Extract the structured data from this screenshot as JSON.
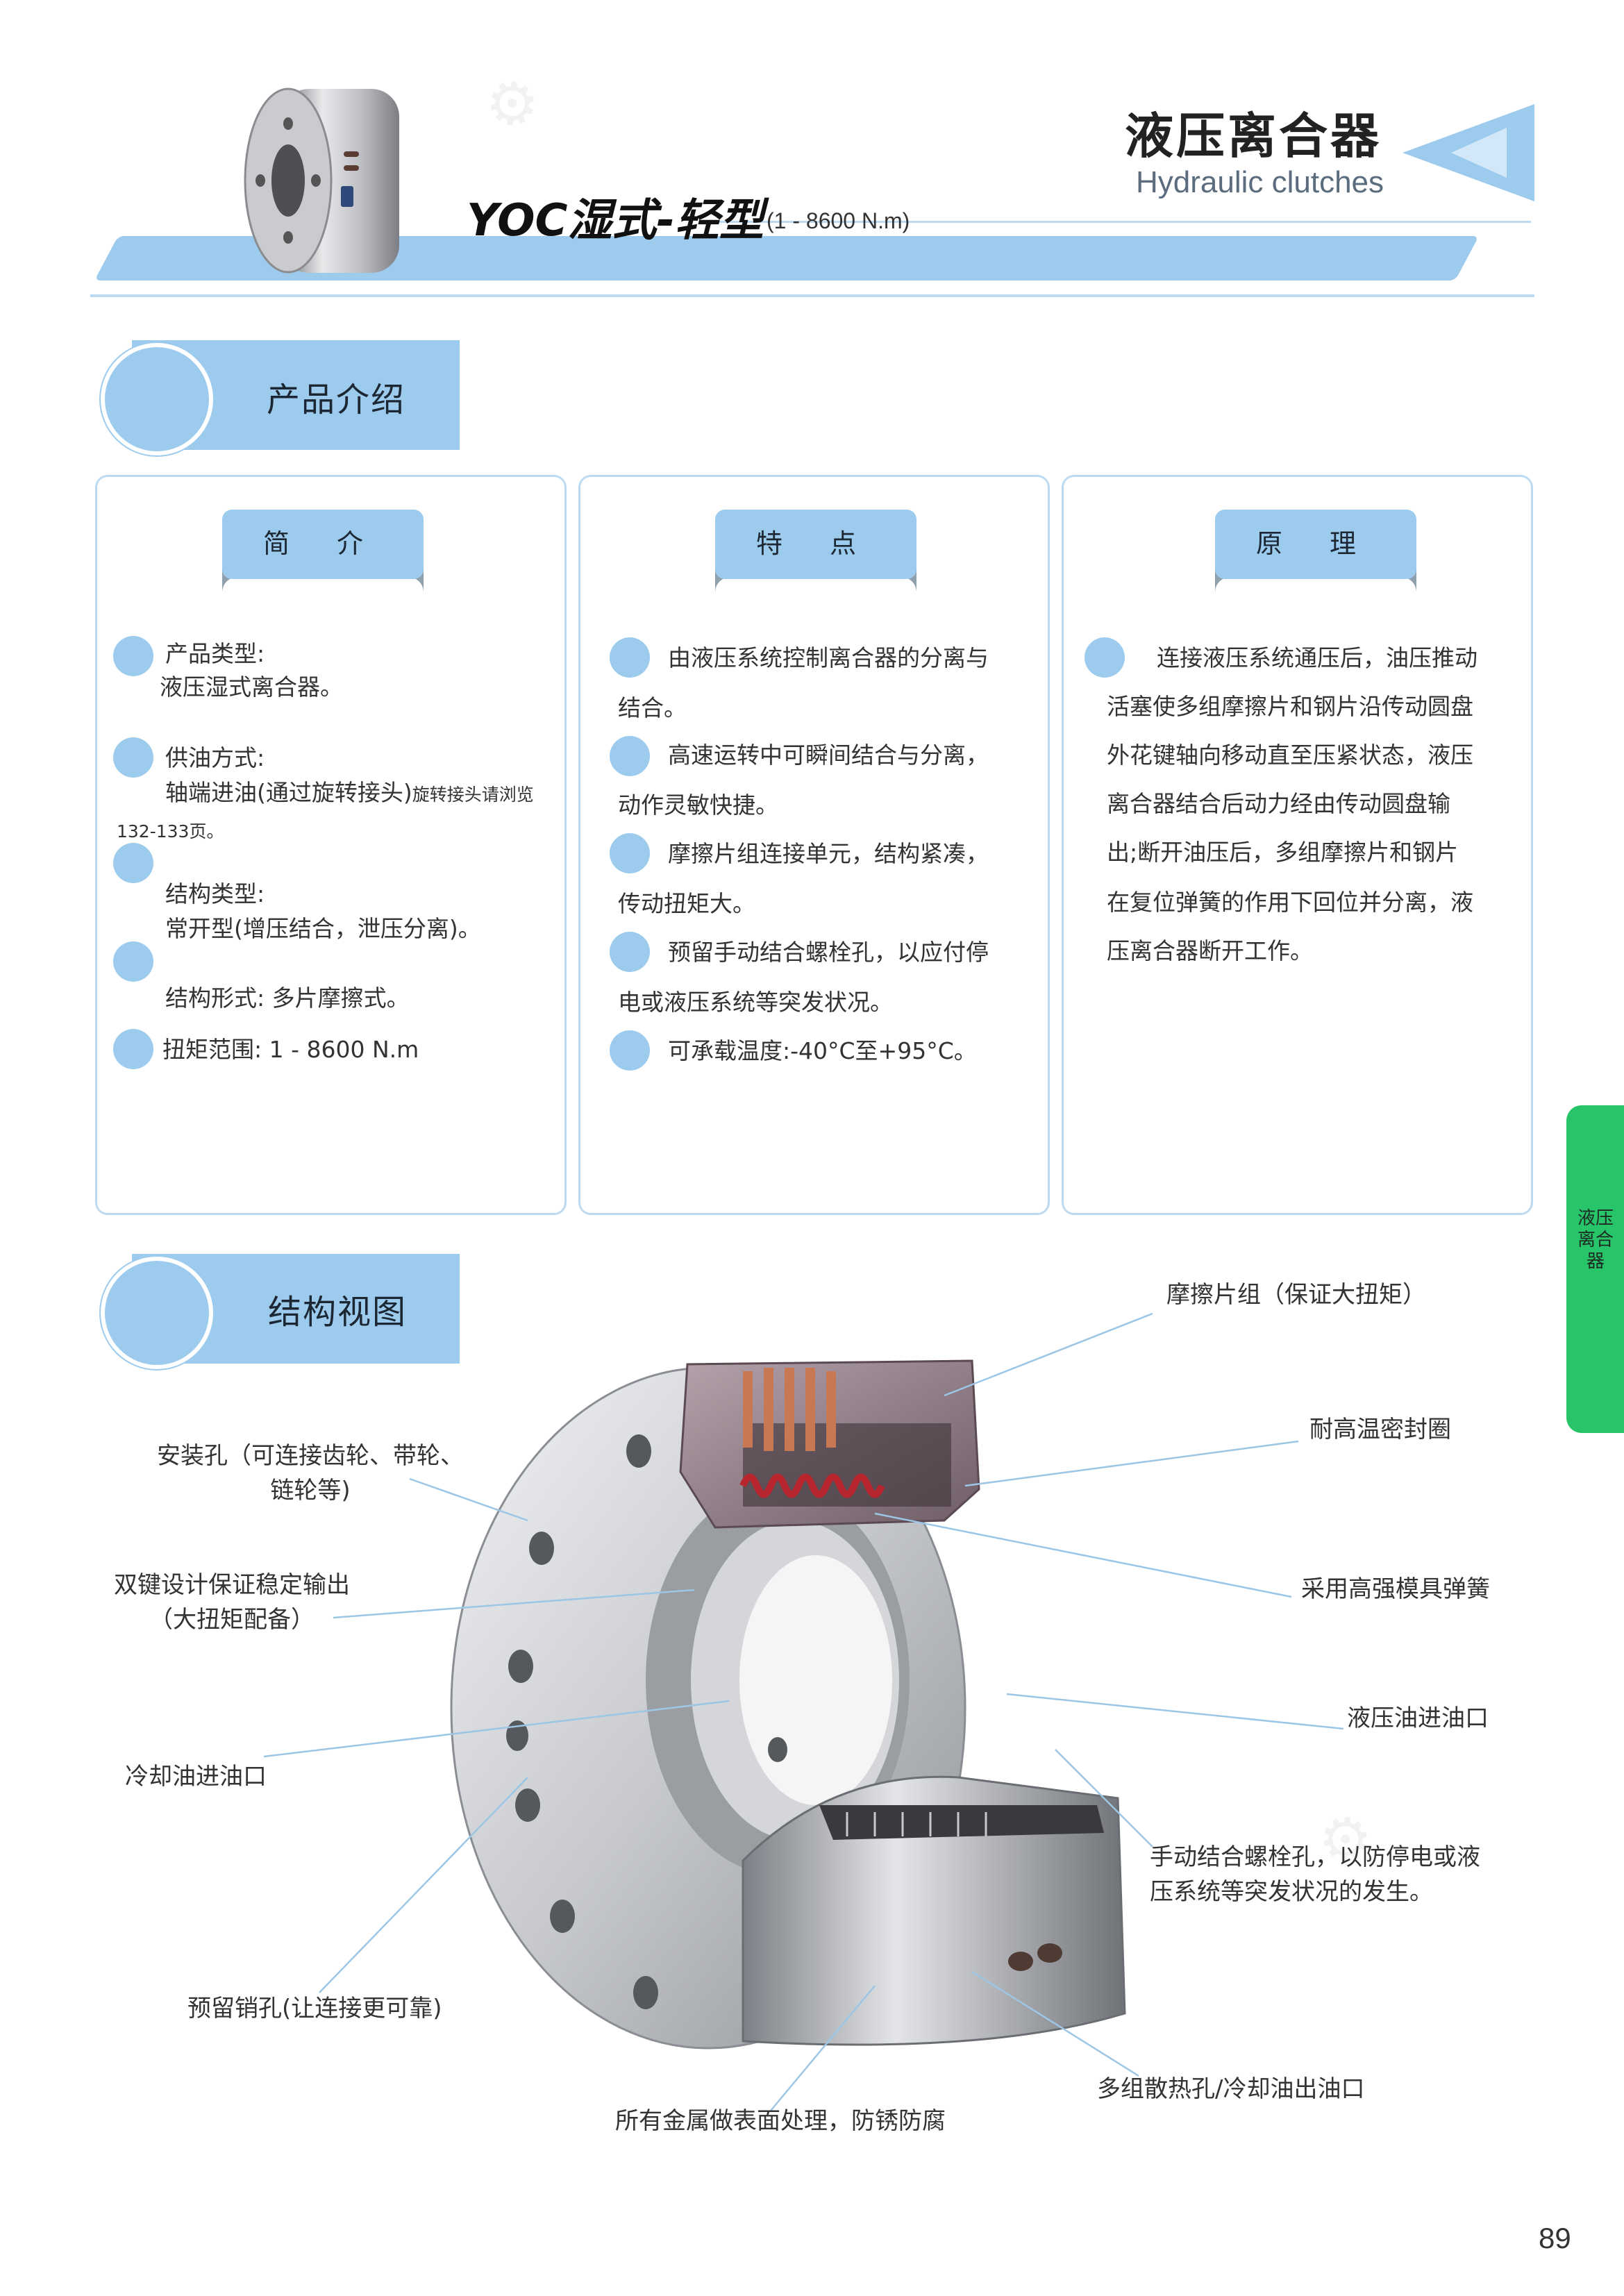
{
  "header": {
    "title_cn": "液压离合器",
    "title_en": "Hydraulic clutches",
    "model": "YOC湿式-轻型",
    "range": "(1 - 8600 N.m)"
  },
  "intro_section": {
    "title": "产品介绍",
    "panels": [
      {
        "title": "简 介"
      },
      {
        "title": "特 点"
      },
      {
        "title": "原 理"
      }
    ]
  },
  "jianjie": {
    "item1_label": "产品类型:",
    "item1_value": "液压湿式离合器。",
    "item2_label": "供油方式:",
    "item2_value": "轴端进油(通过旋转接头)",
    "item2_note": "旋转接头请浏览",
    "item2_note2": "132-133页。",
    "item3_label": "结构类型:",
    "item3_value": "常开型(增压结合，泄压分离)。",
    "item4": "结构形式: 多片摩擦式。",
    "item5": "扭矩范围:  1 - 8600 N.m"
  },
  "tedian": {
    "f1a": "由液压系统控制离合器的分离与",
    "f1b": "结合。",
    "f2a": "高速运转中可瞬间结合与分离，",
    "f2b": "动作灵敏快捷。",
    "f3a": "摩擦片组连接单元，结构紧凑，",
    "f3b": "传动扭矩大。",
    "f4a": "预留手动结合螺栓孔，以应付停",
    "f4b": "电或液压系统等突发状况。",
    "f5": "可承载温度:-40°C至+95°C。"
  },
  "yuanli": {
    "lines": [
      "连接液压系统通压后，油压推动",
      "活塞使多组摩擦片和钢片沿传动圆盘",
      "外花键轴向移动直至压紧状态，液压",
      "离合器结合后动力经由传动圆盘输",
      "出;断开油压后，多组摩擦片和钢片",
      "在复位弹簧的作用下回位并分离，液",
      "压离合器断开工作。"
    ]
  },
  "structure_section": {
    "title": "结构视图",
    "c1": "摩擦片组（保证大扭矩）",
    "c2": "耐高温密封圈",
    "c3a": "安装孔（可连接齿轮、带轮、",
    "c3b": "链轮等)",
    "c4": "采用高强模具弹簧",
    "c5a": "双键设计保证稳定输出",
    "c5b": "（大扭矩配备）",
    "c6": "液压油进油口",
    "c7": "冷却油进油口",
    "c8a": "手动结合螺栓孔，以防停电或液",
    "c8b": "压系统等突发状况的发生。",
    "c9": "预留销孔(让连接更可靠)",
    "c10": "多组散热孔/冷却油出油口",
    "c11": "所有金属做表面处理，防锈防腐"
  },
  "side_tab": "液压离合器",
  "page_number": "89",
  "colors": {
    "accent": "#9ccbee",
    "tab_green": "#27c46a",
    "line": "#bcdaf2"
  }
}
